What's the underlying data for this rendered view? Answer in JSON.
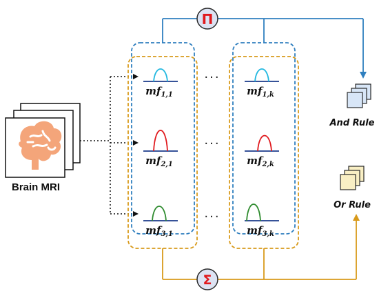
{
  "input": {
    "label": "Brain MRI"
  },
  "operators": {
    "product": "Π",
    "sum": "Σ"
  },
  "ellipsis": "···",
  "membership_functions": [
    {
      "id": "mf11",
      "base": "mf",
      "sub": "1,1",
      "color": "#22b8e0"
    },
    {
      "id": "mf21",
      "base": "mf",
      "sub": "2,1",
      "color": "#e0191d"
    },
    {
      "id": "mf31",
      "base": "mf",
      "sub": "3,1",
      "color": "#2e8b2e"
    },
    {
      "id": "mf1k",
      "base": "mf",
      "sub": "1,k",
      "color": "#22b8e0"
    },
    {
      "id": "mf2k",
      "base": "mf",
      "sub": "2,k",
      "color": "#e0191d"
    },
    {
      "id": "mf3k",
      "base": "mf",
      "sub": "3,k",
      "color": "#2e8b2e"
    }
  ],
  "outputs": {
    "and_rule": {
      "label": "And Rule",
      "color": "#d8e6f7",
      "stroke": "#2a2a2a"
    },
    "or_rule": {
      "label": "Or Rule",
      "color": "#f9efc4",
      "stroke": "#2a2a2a"
    }
  },
  "colors": {
    "blue_line": "#2f7fbf",
    "orange_line": "#d89a1a",
    "operator_fill": "#dde3f3",
    "brain": "#f4a57a"
  }
}
